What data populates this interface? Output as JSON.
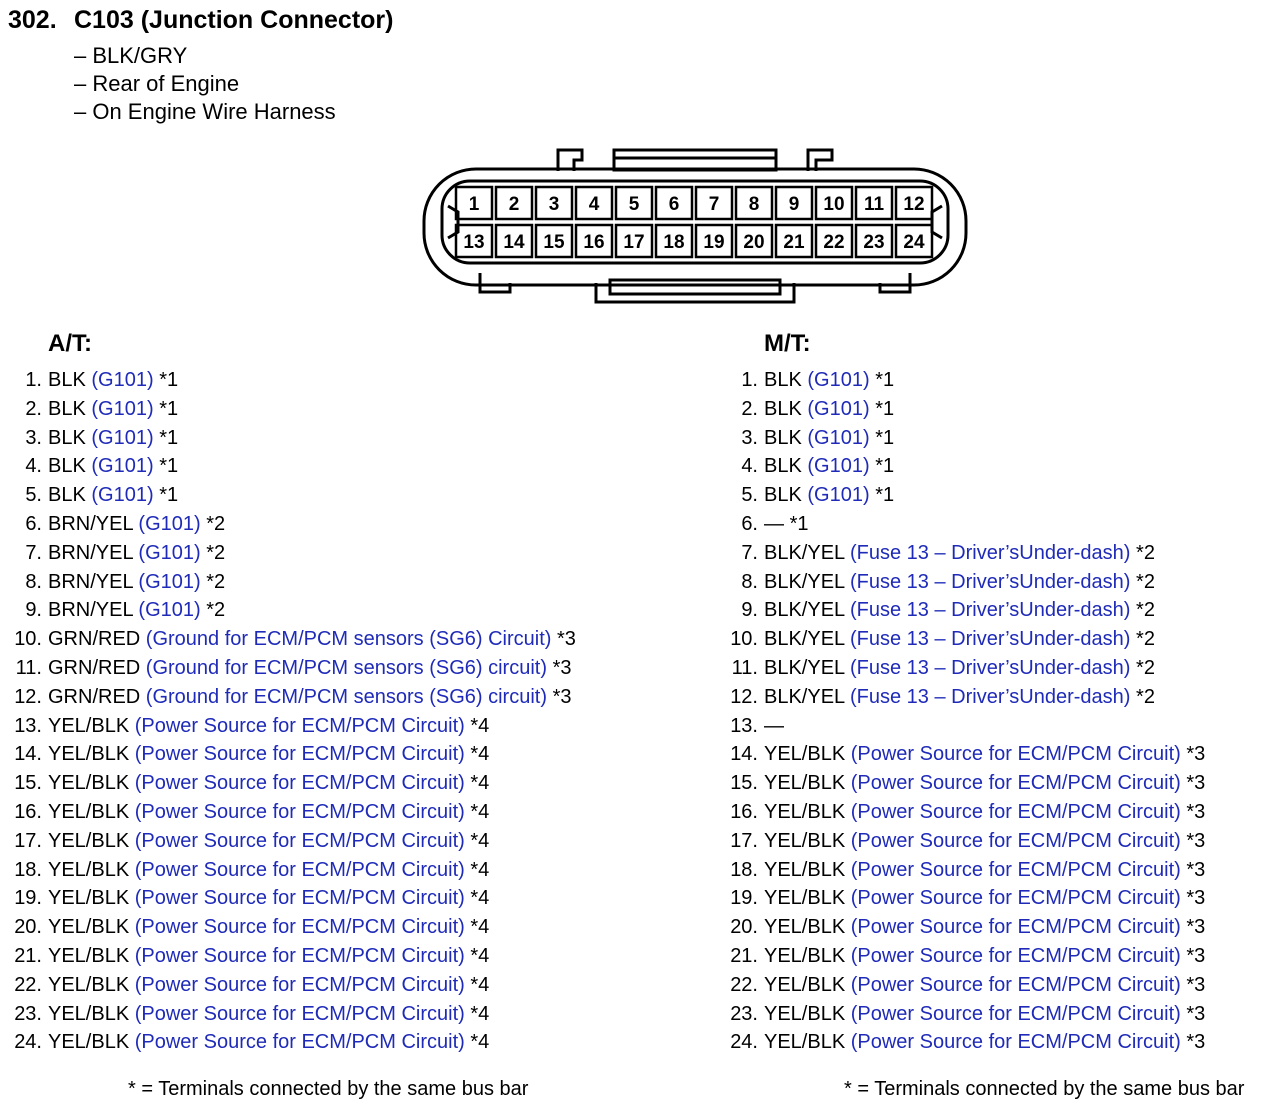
{
  "header": {
    "number": "302.",
    "title": "C103 (Junction Connector)",
    "details": [
      "– BLK/GRY",
      "– Rear of Engine",
      "– On Engine Wire Harness"
    ]
  },
  "connector": {
    "row1": [
      "1",
      "2",
      "3",
      "4",
      "5",
      "6",
      "7",
      "8",
      "9",
      "10",
      "11",
      "12"
    ],
    "row2": [
      "13",
      "14",
      "15",
      "16",
      "17",
      "18",
      "19",
      "20",
      "21",
      "22",
      "23",
      "24"
    ]
  },
  "columns": [
    {
      "heading": "A/T:",
      "rows": [
        {
          "n": "1.",
          "wire": "BLK",
          "desc": "(G101)",
          "note": "*1"
        },
        {
          "n": "2.",
          "wire": "BLK",
          "desc": "(G101)",
          "note": "*1"
        },
        {
          "n": "3.",
          "wire": "BLK",
          "desc": "(G101)",
          "note": "*1"
        },
        {
          "n": "4.",
          "wire": "BLK",
          "desc": "(G101)",
          "note": "*1"
        },
        {
          "n": "5.",
          "wire": "BLK",
          "desc": "(G101)",
          "note": "*1"
        },
        {
          "n": "6.",
          "wire": "BRN/YEL",
          "desc": "(G101)",
          "note": "*2"
        },
        {
          "n": "7.",
          "wire": "BRN/YEL",
          "desc": "(G101)",
          "note": "*2"
        },
        {
          "n": "8.",
          "wire": "BRN/YEL",
          "desc": "(G101)",
          "note": "*2"
        },
        {
          "n": "9.",
          "wire": "BRN/YEL",
          "desc": "(G101)",
          "note": "*2"
        },
        {
          "n": "10.",
          "wire": "GRN/RED",
          "desc": "(Ground for ECM/PCM sensors (SG6) Circuit)",
          "note": "*3"
        },
        {
          "n": "11.",
          "wire": "GRN/RED",
          "desc": "(Ground for ECM/PCM sensors (SG6) circuit)",
          "note": "*3"
        },
        {
          "n": "12.",
          "wire": "GRN/RED",
          "desc": "(Ground for ECM/PCM sensors (SG6) circuit)",
          "note": "*3"
        },
        {
          "n": "13.",
          "wire": "YEL/BLK",
          "desc": "(Power Source for ECM/PCM Circuit)",
          "note": "*4"
        },
        {
          "n": "14.",
          "wire": "YEL/BLK",
          "desc": "(Power Source for ECM/PCM Circuit)",
          "note": "*4"
        },
        {
          "n": "15.",
          "wire": "YEL/BLK",
          "desc": "(Power Source for ECM/PCM Circuit)",
          "note": "*4"
        },
        {
          "n": "16.",
          "wire": "YEL/BLK",
          "desc": "(Power Source for ECM/PCM Circuit)",
          "note": "*4"
        },
        {
          "n": "17.",
          "wire": "YEL/BLK",
          "desc": "(Power Source for ECM/PCM Circuit)",
          "note": "*4"
        },
        {
          "n": "18.",
          "wire": "YEL/BLK",
          "desc": "(Power Source for ECM/PCM Circuit)",
          "note": "*4"
        },
        {
          "n": "19.",
          "wire": "YEL/BLK",
          "desc": "(Power Source for ECM/PCM Circuit)",
          "note": "*4"
        },
        {
          "n": "20.",
          "wire": "YEL/BLK",
          "desc": "(Power Source for ECM/PCM Circuit)",
          "note": "*4"
        },
        {
          "n": "21.",
          "wire": "YEL/BLK",
          "desc": "(Power Source for ECM/PCM Circuit)",
          "note": "*4"
        },
        {
          "n": "22.",
          "wire": "YEL/BLK",
          "desc": "(Power Source for ECM/PCM Circuit)",
          "note": "*4"
        },
        {
          "n": "23.",
          "wire": "YEL/BLK",
          "desc": "(Power Source for ECM/PCM Circuit)",
          "note": "*4"
        },
        {
          "n": "24.",
          "wire": "YEL/BLK",
          "desc": "(Power Source for ECM/PCM Circuit)",
          "note": "*4"
        }
      ],
      "footnote": "* = Terminals connected by the same bus bar"
    },
    {
      "heading": "M/T:",
      "rows": [
        {
          "n": "1.",
          "wire": "BLK",
          "desc": "(G101)",
          "note": "*1"
        },
        {
          "n": "2.",
          "wire": "BLK",
          "desc": "(G101)",
          "note": "*1"
        },
        {
          "n": "3.",
          "wire": "BLK",
          "desc": "(G101)",
          "note": "*1"
        },
        {
          "n": "4.",
          "wire": "BLK",
          "desc": "(G101)",
          "note": "*1"
        },
        {
          "n": "5.",
          "wire": "BLK",
          "desc": "(G101)",
          "note": "*1"
        },
        {
          "n": "6.",
          "wire": "—",
          "desc": "",
          "note": "*1"
        },
        {
          "n": "7.",
          "wire": "BLK/YEL",
          "desc": "(Fuse 13 – Driver’sUnder-dash)",
          "note": " *2"
        },
        {
          "n": "8.",
          "wire": "BLK/YEL",
          "desc": "(Fuse 13 – Driver’sUnder-dash)",
          "note": " *2"
        },
        {
          "n": "9.",
          "wire": "BLK/YEL",
          "desc": "(Fuse 13 – Driver’sUnder-dash)",
          "note": " *2"
        },
        {
          "n": "10.",
          "wire": "BLK/YEL",
          "desc": "(Fuse 13 – Driver’sUnder-dash)",
          "note": " *2"
        },
        {
          "n": "11.",
          "wire": "BLK/YEL",
          "desc": "(Fuse 13 – Driver’sUnder-dash)",
          "note": " *2"
        },
        {
          "n": "12.",
          "wire": "BLK/YEL",
          "desc": "(Fuse 13 – Driver’sUnder-dash)",
          "note": " *2"
        },
        {
          "n": "13.",
          "wire": "—",
          "desc": "",
          "note": ""
        },
        {
          "n": "14.",
          "wire": "YEL/BLK",
          "desc": "(Power Source for ECM/PCM Circuit)",
          "note": "*3"
        },
        {
          "n": "15.",
          "wire": "YEL/BLK",
          "desc": "(Power Source for ECM/PCM Circuit)",
          "note": "*3"
        },
        {
          "n": "16.",
          "wire": "YEL/BLK",
          "desc": "(Power Source for ECM/PCM Circuit)",
          "note": "*3"
        },
        {
          "n": "17.",
          "wire": "YEL/BLK",
          "desc": "(Power Source for ECM/PCM Circuit)",
          "note": "*3"
        },
        {
          "n": "18.",
          "wire": "YEL/BLK",
          "desc": "(Power Source for ECM/PCM Circuit)",
          "note": "*3"
        },
        {
          "n": "19.",
          "wire": "YEL/BLK",
          "desc": "(Power Source for ECM/PCM Circuit)",
          "note": "*3"
        },
        {
          "n": "20.",
          "wire": "YEL/BLK",
          "desc": "(Power Source for ECM/PCM Circuit)",
          "note": "*3"
        },
        {
          "n": "21.",
          "wire": "YEL/BLK",
          "desc": "(Power Source for ECM/PCM Circuit)",
          "note": "*3"
        },
        {
          "n": "22.",
          "wire": "YEL/BLK",
          "desc": "(Power Source for ECM/PCM Circuit)",
          "note": "*3"
        },
        {
          "n": "23.",
          "wire": "YEL/BLK",
          "desc": "(Power Source for ECM/PCM Circuit)",
          "note": "*3"
        },
        {
          "n": "24.",
          "wire": "YEL/BLK",
          "desc": "(Power Source for ECM/PCM Circuit)",
          "note": "*3"
        }
      ],
      "footnote": "* = Terminals connected by the same bus bar"
    }
  ]
}
